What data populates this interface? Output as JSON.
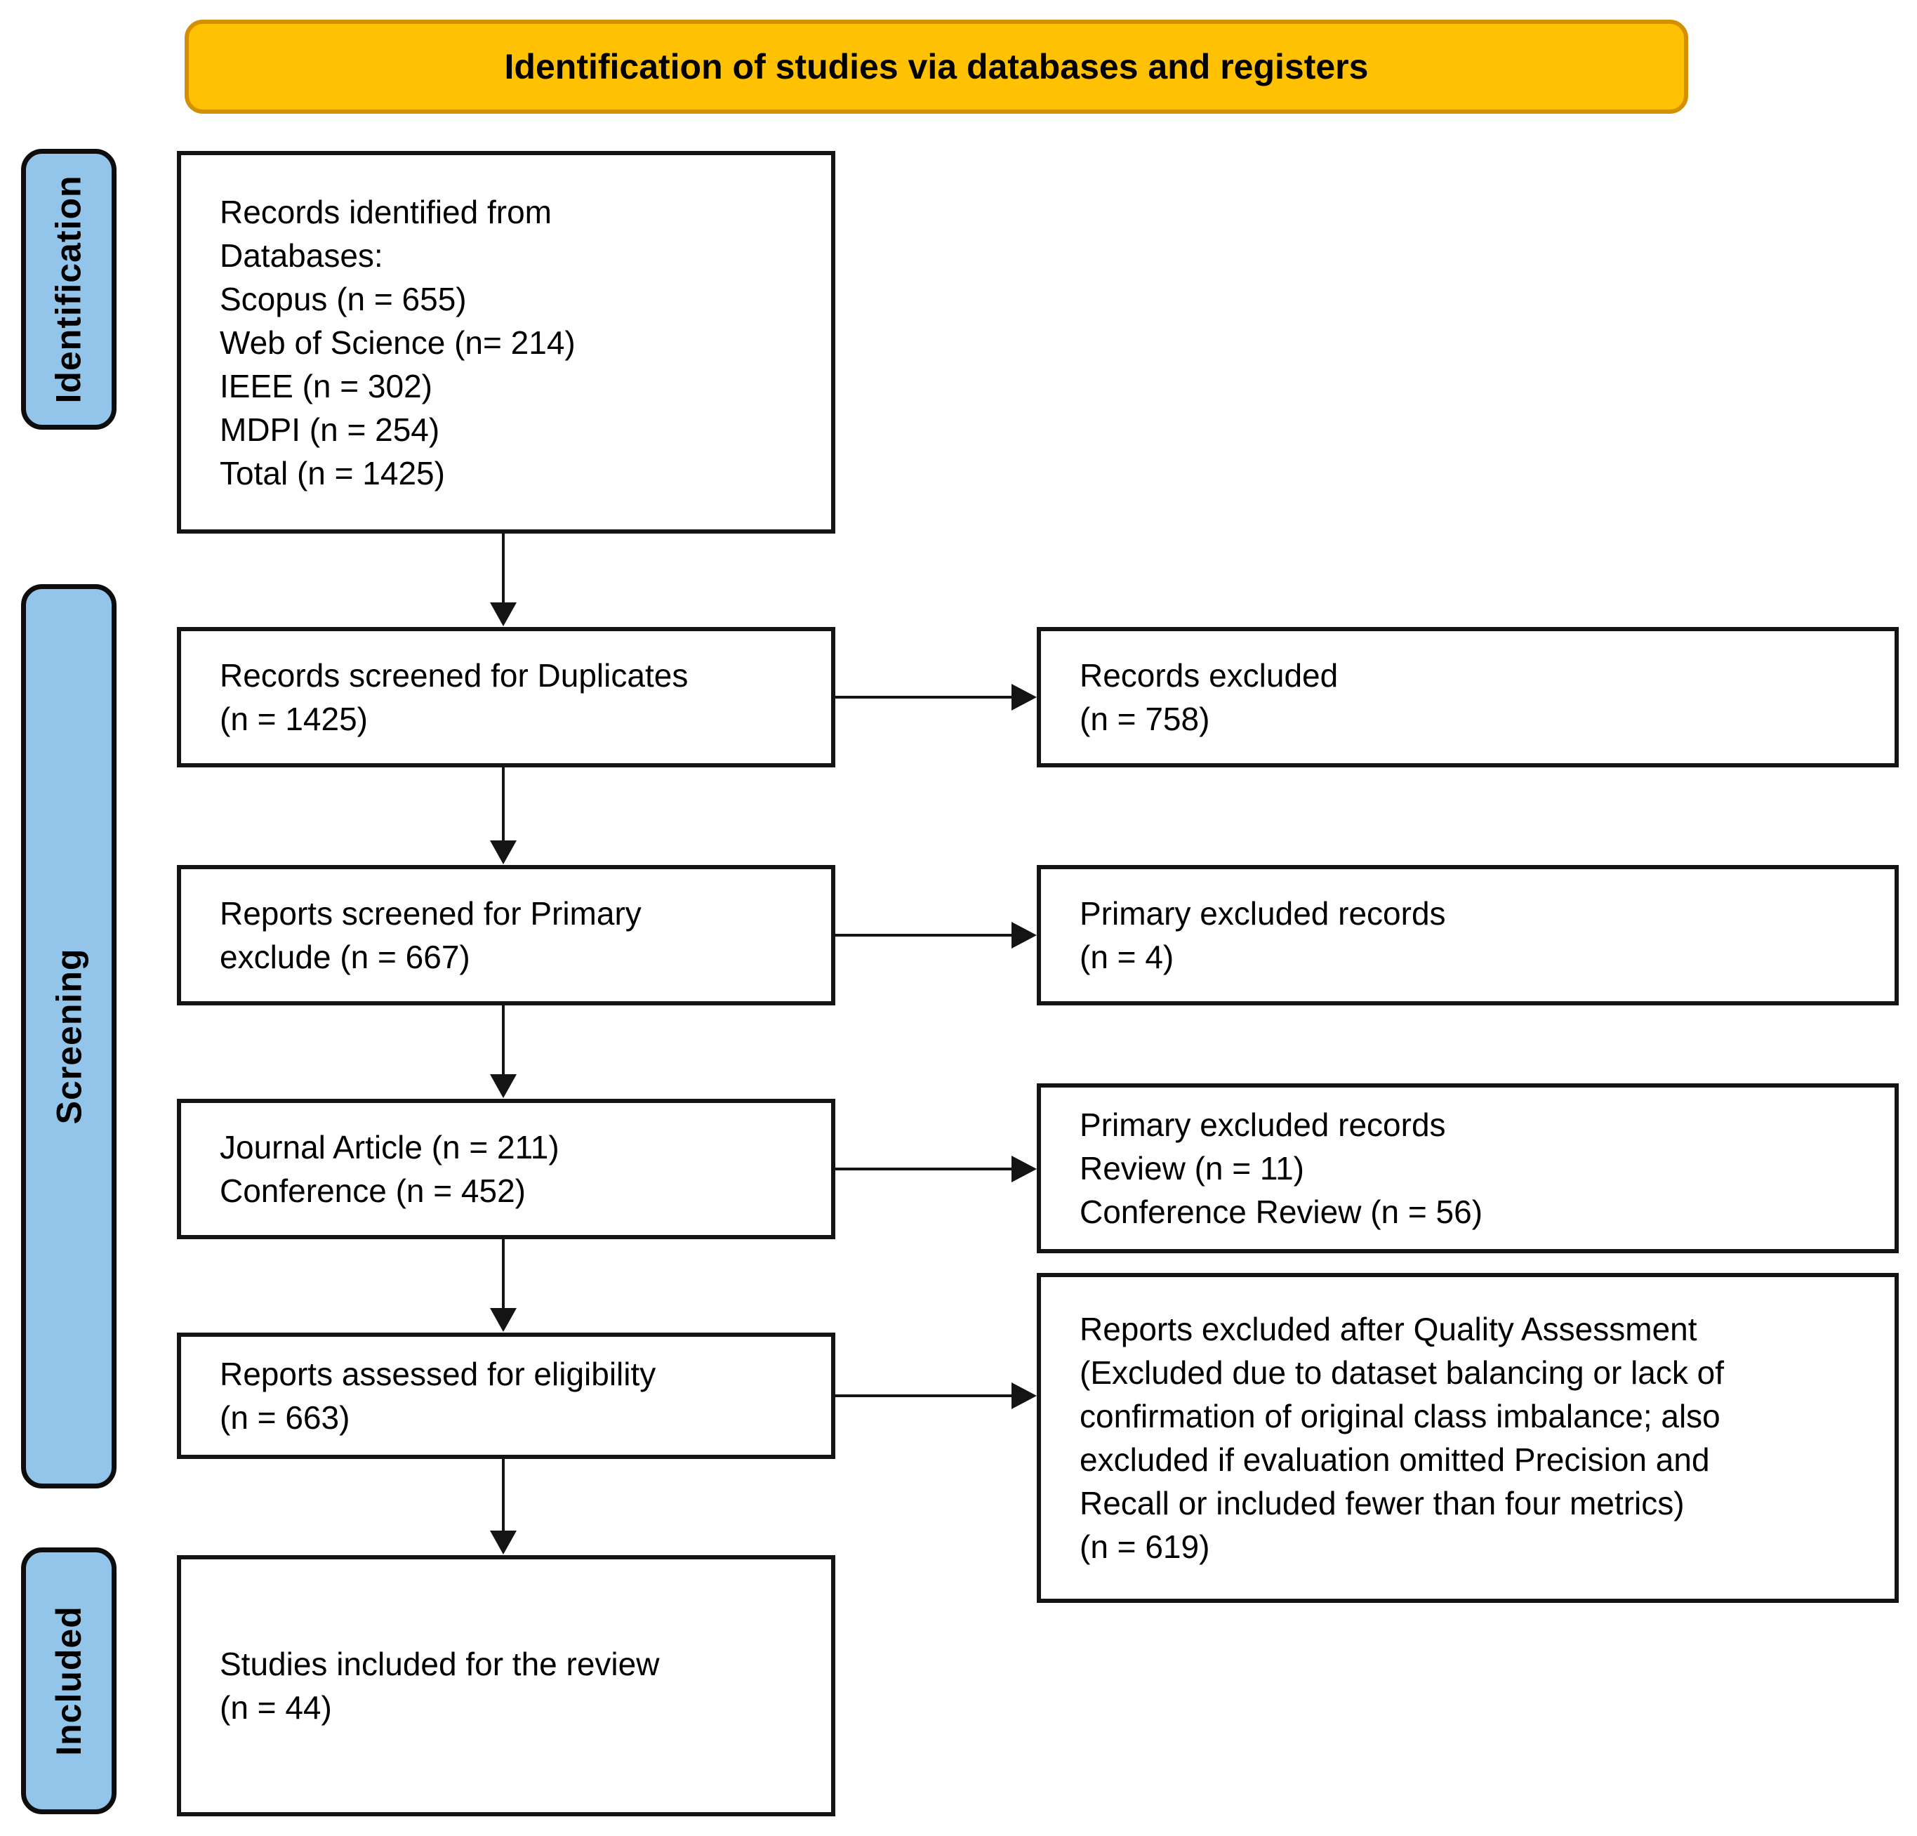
{
  "banner": {
    "label": "Identification of studies via databases and registers"
  },
  "colors": {
    "banner_bg": "#FFC103",
    "banner_border": "#D49000",
    "stage_bg": "#92C5E9",
    "box_bg": "#FFFFFF",
    "line": "#141414"
  },
  "stages": {
    "identification": "Identification",
    "screening": "Screening",
    "included": "Included"
  },
  "main_boxes": [
    {
      "id": "records-identified",
      "lines": [
        "Records identified from",
        "Databases:",
        "Scopus (n = 655)",
        "Web of Science (n= 214)",
        "IEEE (n = 302)",
        "MDPI (n = 254)",
        "Total (n = 1425)"
      ]
    },
    {
      "id": "records-screened-duplicates",
      "lines": [
        "Records screened for Duplicates",
        "(n = 1425)"
      ]
    },
    {
      "id": "reports-screened-primary",
      "lines": [
        "Reports screened for Primary",
        "exclude (n = 667)"
      ]
    },
    {
      "id": "journal-conference",
      "lines": [
        "Journal Article (n = 211)",
        "Conference (n = 452)"
      ]
    },
    {
      "id": "reports-assessed",
      "lines": [
        "Reports assessed for eligibility",
        "(n = 663)"
      ]
    },
    {
      "id": "studies-included",
      "lines": [
        "Studies included for the review",
        "(n = 44)"
      ]
    }
  ],
  "side_boxes": [
    {
      "id": "records-excluded",
      "lines": [
        "Records excluded",
        "(n = 758)"
      ]
    },
    {
      "id": "primary-excluded",
      "lines": [
        "Primary excluded records",
        "(n = 4)"
      ]
    },
    {
      "id": "primary-excluded-reviews",
      "lines": [
        "Primary excluded records",
        "Review (n = 11)",
        "Conference Review (n = 56)"
      ]
    },
    {
      "id": "quality-assessment-excluded",
      "lines": [
        "Reports excluded after Quality Assessment",
        "(Excluded due to dataset balancing or lack of",
        "confirmation of original class imbalance; also",
        "excluded if evaluation omitted Precision and",
        "Recall or included fewer than four metrics)",
        "(n = 619)"
      ]
    }
  ]
}
